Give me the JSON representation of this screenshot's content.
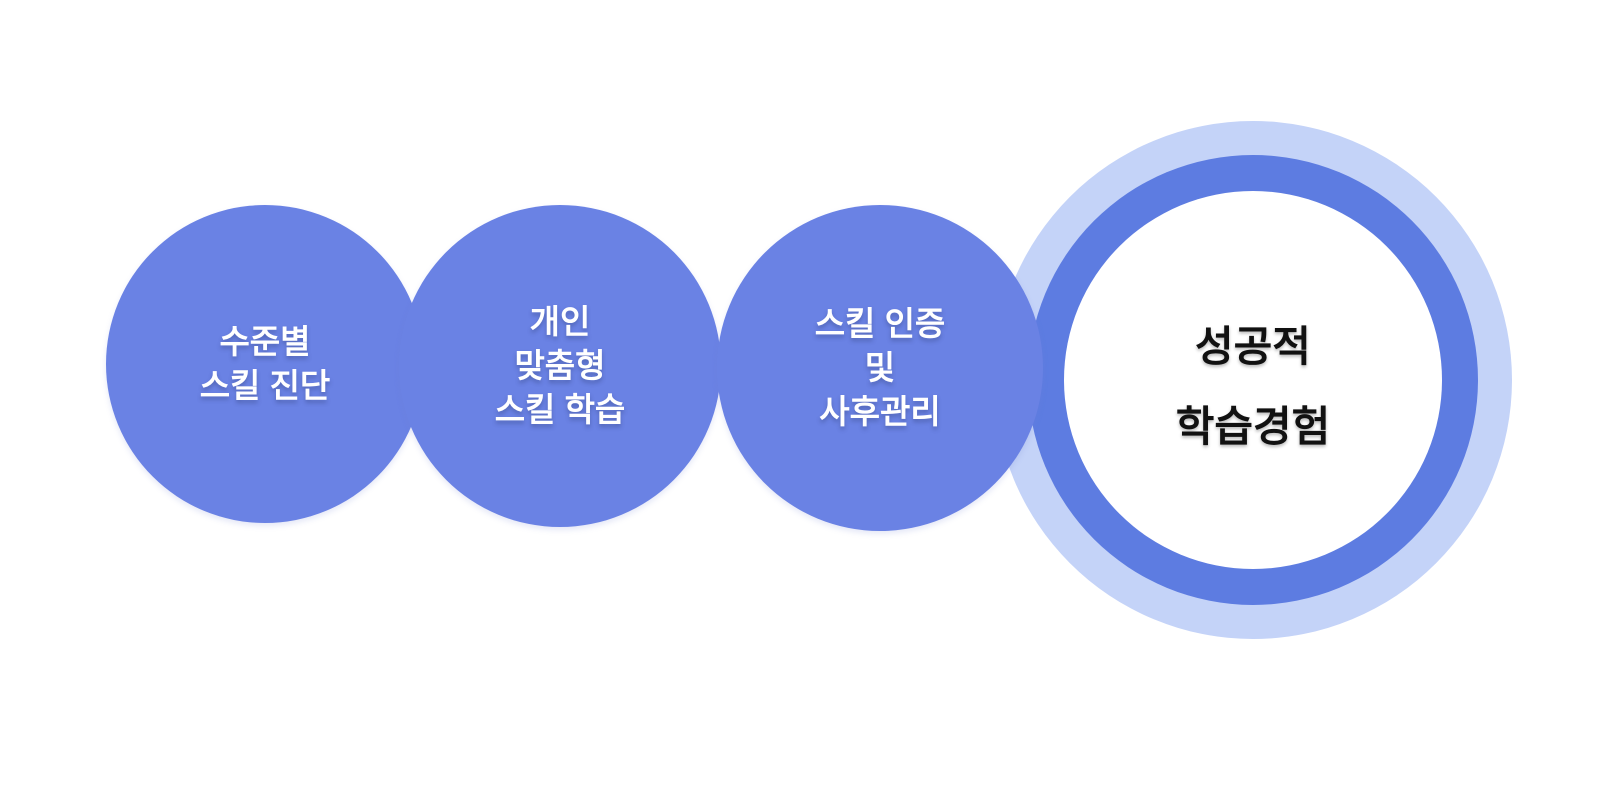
{
  "diagram": {
    "title": "learning-process-flow",
    "colors": {
      "background": "#ffffff",
      "step_circle_fill": "#6A82E4",
      "step_text_color": "#ffffff",
      "ring_outer_fill": "#C4D3F8",
      "ring_mid_fill": "#5D7CE1",
      "ring_inner_fill": "#ffffff",
      "result_text_color": "#111111"
    },
    "steps": [
      {
        "lines": [
          "수준별",
          "스킬 진단"
        ]
      },
      {
        "lines": [
          "개인",
          "맞춤형",
          "스킬 학습"
        ]
      },
      {
        "lines": [
          "스킬 인증",
          "및",
          "사후관리"
        ]
      }
    ],
    "result": {
      "lines": [
        "성공적",
        "학습경험"
      ]
    }
  }
}
